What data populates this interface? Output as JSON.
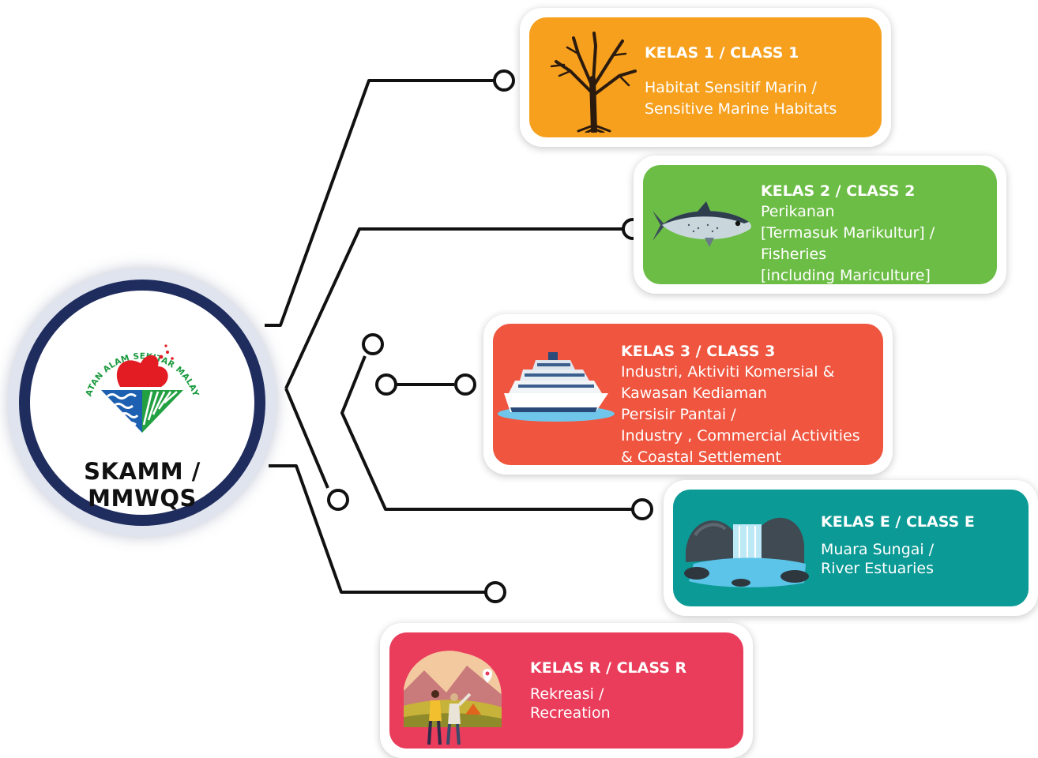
{
  "center": {
    "title": "SKAMM / MMWQS",
    "logo_arc_text": "JABATAN ALAM SEKITAR MALAYSIA",
    "logo_icon": "jas-logo-icon"
  },
  "colors": {
    "class1": "#f6a01e",
    "class2": "#6cbd45",
    "class3": "#ef553f",
    "classE": "#0b9a95",
    "classR": "#ea3c5b",
    "hub_ring": "#1f2c5e",
    "line": "#111111"
  },
  "classes": [
    {
      "id": "class1",
      "title": "KELAS 1 / CLASS 1",
      "lines": [
        "Habitat Sensitif Marin /",
        "Sensitive Marine Habitats"
      ],
      "icon": "tree-icon"
    },
    {
      "id": "class2",
      "title": "KELAS 2 / CLASS 2",
      "lines": [
        "Perikanan",
        "[Termasuk Marikultur] /",
        "Fisheries",
        "[including Mariculture]"
      ],
      "icon": "fish-icon"
    },
    {
      "id": "class3",
      "title": "KELAS 3 / CLASS 3",
      "lines": [
        "Industri, Aktiviti Komersial &",
        "Kawasan Kediaman",
        "Persisir Pantai /",
        "Industry , Commercial Activities",
        "& Coastal Settlement"
      ],
      "icon": "cruise-ship-icon"
    },
    {
      "id": "classE",
      "title": "KELAS E / CLASS E",
      "lines": [
        "Muara Sungai /",
        "River Estuaries"
      ],
      "icon": "waterfall-icon"
    },
    {
      "id": "classR",
      "title": "KELAS R / CLASS R",
      "lines": [
        "Rekreasi /",
        "Recreation"
      ],
      "icon": "hikers-icon"
    }
  ]
}
